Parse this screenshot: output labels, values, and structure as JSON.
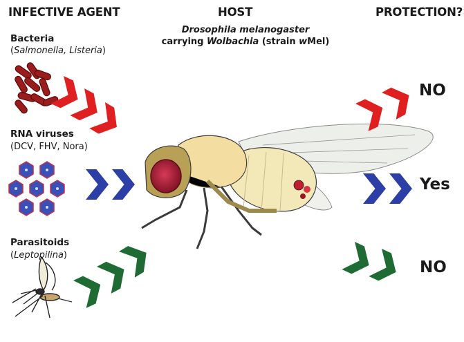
{
  "headers": {
    "agent": "INFECTIVE AGENT",
    "host": "HOST",
    "protection": "PROTECTION?"
  },
  "host_caption": {
    "species": "Drosophila melanogaster",
    "line2_a": "carrying ",
    "line2_b": "Wolbachia",
    "line2_c": " (strain ",
    "line2_d": "w",
    "line2_e": "Mel)"
  },
  "agents": {
    "bacteria": {
      "name": "Bacteria",
      "open": "(",
      "examples": "Salmonella, Listeria",
      "close": ")",
      "color": "#e02020"
    },
    "viruses": {
      "name": "RNA viruses",
      "examples": "(DCV, FHV, Nora)",
      "color": "#2b3fa6"
    },
    "parasitoids": {
      "name": "Parasitoids",
      "open": "(",
      "examples": "Leptopilina",
      "close": ")",
      "color": "#1f6b34"
    }
  },
  "outcomes": {
    "bacteria": "NO",
    "viruses": "Yes",
    "parasitoids": "NO"
  }
}
